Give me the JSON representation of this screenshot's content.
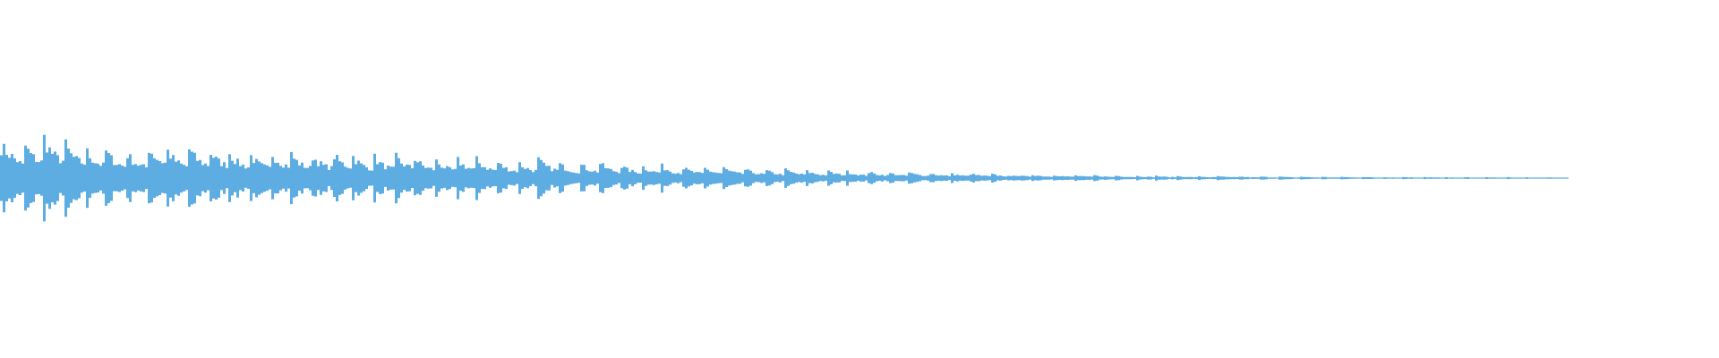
{
  "chart_data": {
    "type": "area",
    "title": "",
    "xlabel": "",
    "ylabel": "",
    "ylim": [
      -1,
      1
    ],
    "grid": false,
    "color": "#5dade2",
    "initial_amplitude": 0.17,
    "onset_peaks": [
      0.2,
      0.22,
      0.19,
      0.16,
      0.15,
      0.14,
      0.19,
      0.15,
      0.17,
      0.16,
      0.14,
      0.13,
      0.15,
      0.13,
      0.13,
      0.14,
      0.12,
      0.12,
      0.13,
      0.11,
      0.1,
      0.11,
      0.1,
      0.09,
      0.09,
      0.1,
      0.08,
      0.08,
      0.08,
      0.07,
      0.07,
      0.065,
      0.06,
      0.06,
      0.055,
      0.05,
      0.045,
      0.045,
      0.04,
      0.04,
      0.035,
      0.035,
      0.03,
      0.03,
      0.028,
      0.026,
      0.024,
      0.022,
      0.02,
      0.019,
      0.018,
      0.016,
      0.015,
      0.014,
      0.013,
      0.012,
      0.011,
      0.01,
      0.01,
      0.009,
      0.009,
      0.008,
      0.008,
      0.007,
      0.007,
      0.007,
      0.006,
      0.006,
      0.006,
      0.005,
      0.005,
      0.005,
      0.005,
      0.004,
      0.004
    ]
  }
}
